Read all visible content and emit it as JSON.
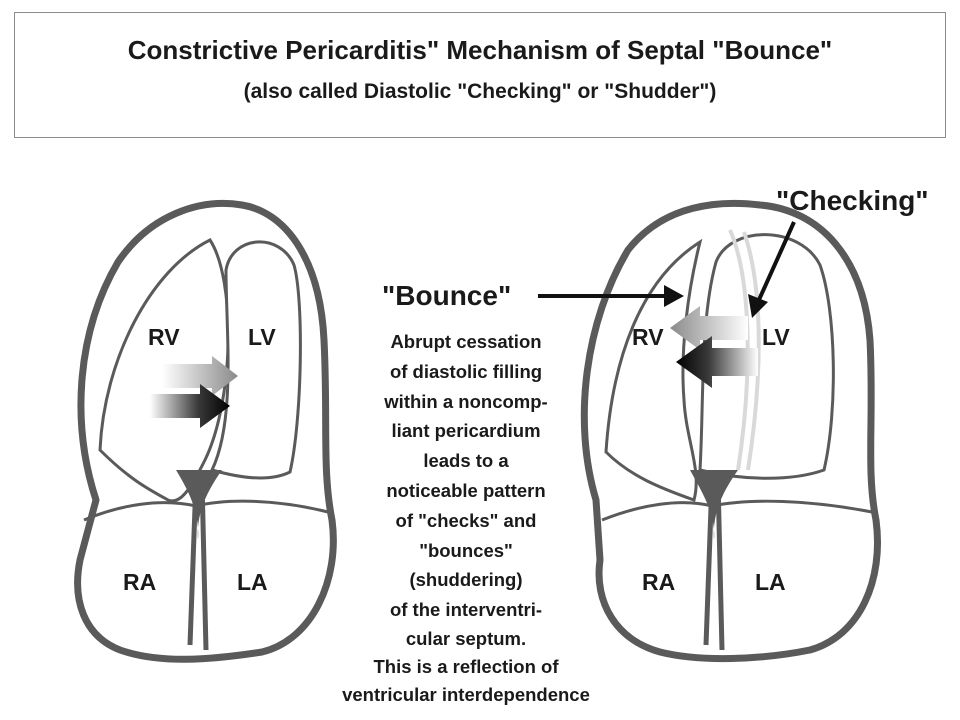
{
  "title": "Constrictive Pericarditis\" Mechanism of Septal \"Bounce\"",
  "subtitle": "(also called Diastolic \"Checking\" or \"Shudder\")",
  "left_heart": {
    "rv": "RV",
    "lv": "LV",
    "ra": "RA",
    "la": "LA"
  },
  "right_heart": {
    "rv": "RV",
    "lv": "LV",
    "ra": "RA",
    "la": "LA"
  },
  "callouts": {
    "bounce": "\"Bounce\"",
    "checking": "\"Checking\""
  },
  "description": [
    "Abrupt cessation",
    "of diastolic filling",
    "within a noncomp-",
    "liant pericardium",
    "leads to a",
    "noticeable pattern",
    "of \"checks\" and",
    "\"bounces\"",
    "(shuddering)",
    "of the interventri-",
    "cular septum.",
    "This is a reflection of",
    "ventricular interdependence"
  ],
  "colors": {
    "outline": "#5a5a5a",
    "text": "#1a1a1a",
    "ghost": "#d9d9d9"
  },
  "icons": {
    "arrows": "septal-motion-arrows"
  }
}
